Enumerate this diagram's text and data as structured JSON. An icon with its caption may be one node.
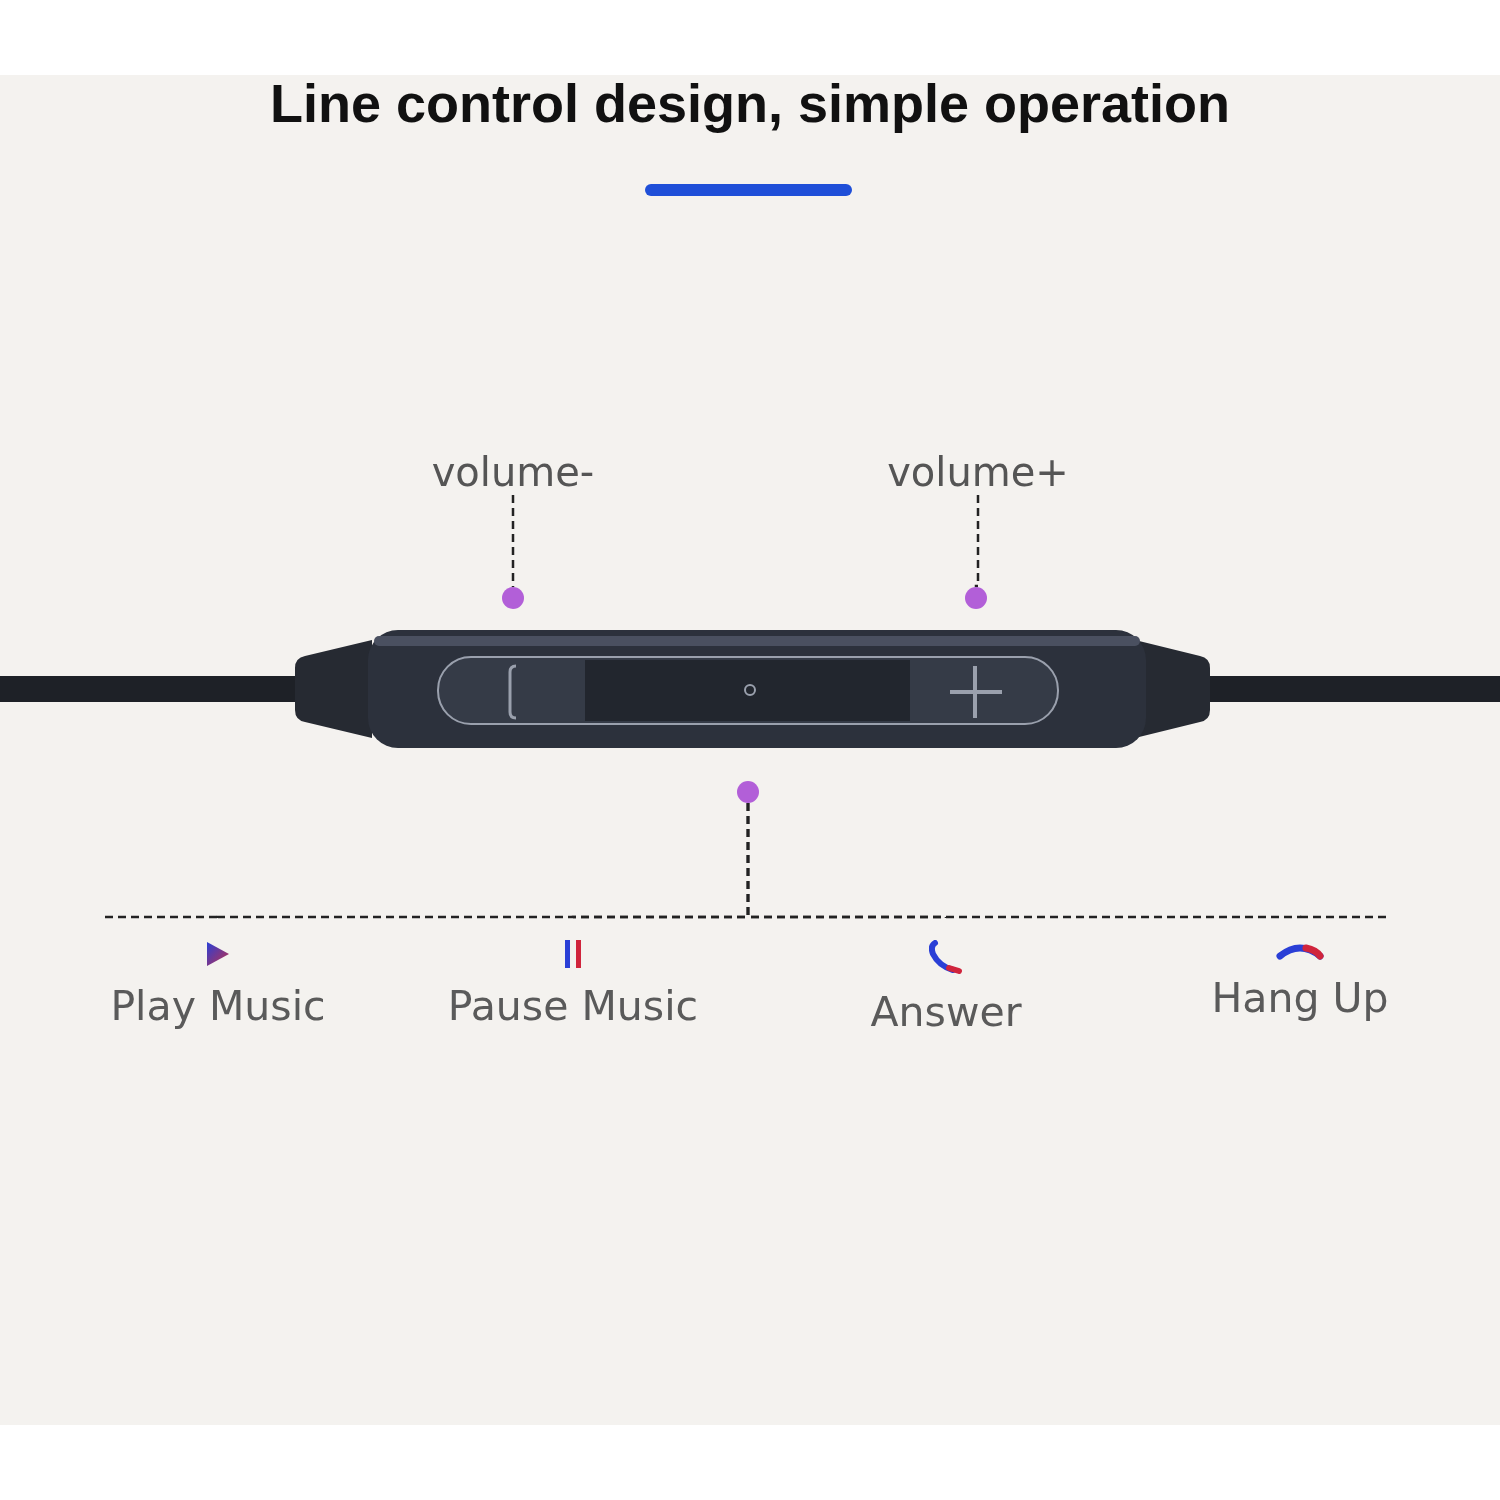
{
  "diagram": {
    "title": "Line control design, simple operation",
    "nodes": [
      {
        "text": [
          "volume-"
        ]
      },
      {
        "text": [
          "volume+"
        ]
      },
      {
        "text": [],
        "shape": "circle"
      },
      {
        "text": [],
        "shape": "circle"
      },
      {
        "text": [],
        "shape": "circle"
      },
      {
        "text": [
          "Play Music"
        ]
      },
      {
        "text": [
          "Pause Music"
        ]
      },
      {
        "text": [
          "Answer"
        ]
      },
      {
        "text": [
          "Hang Up"
        ]
      }
    ],
    "edges": [
      {
        "from": 0,
        "to": 2,
        "arrow": "none",
        "style": "dashed"
      },
      {
        "from": 1,
        "to": 3,
        "arrow": "none",
        "style": "dashed"
      },
      {
        "from": 4,
        "to": 5,
        "arrow": "none",
        "style": "dashed"
      },
      {
        "from": 4,
        "to": 6,
        "arrow": "none",
        "style": "dashed"
      },
      {
        "from": 4,
        "to": 7,
        "arrow": "none",
        "style": "dashed"
      },
      {
        "from": 4,
        "to": 8,
        "arrow": "none",
        "style": "dashed"
      }
    ]
  }
}
